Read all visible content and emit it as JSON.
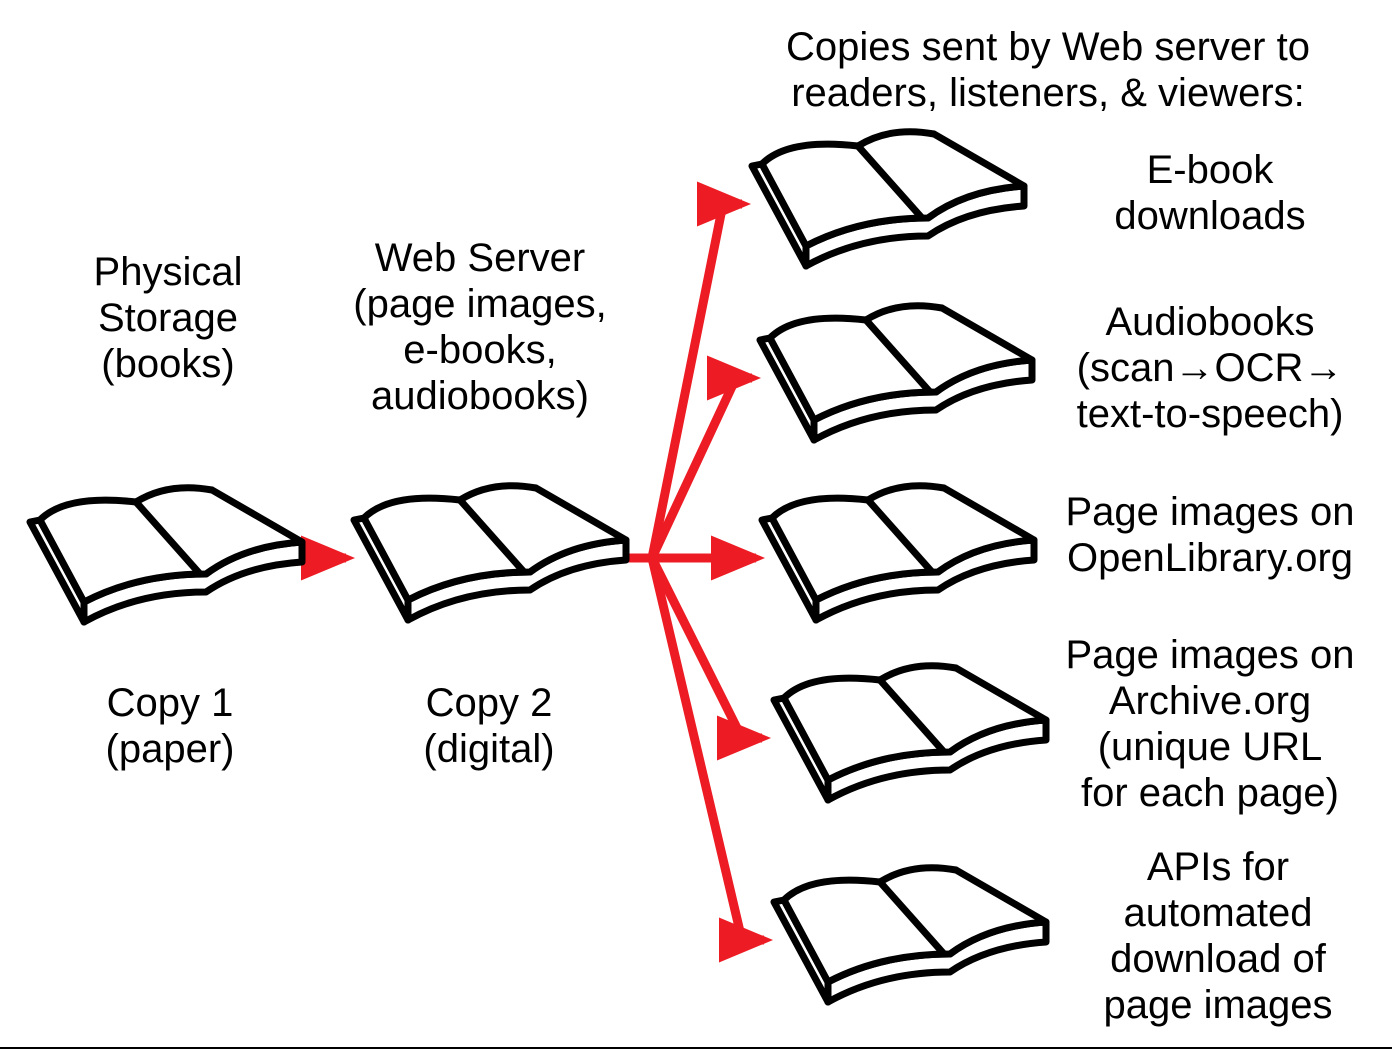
{
  "header": {
    "lines": [
      "Copies sent by Web server to",
      "readers, listeners, & viewers:"
    ]
  },
  "physical_storage": {
    "heading": [
      "Physical",
      "Storage",
      "(books)"
    ],
    "caption": [
      "Copy 1",
      "(paper)"
    ],
    "icon": "open-book-icon"
  },
  "web_server": {
    "heading": [
      "Web Server",
      "(page images,",
      "e-books,",
      "audiobooks)"
    ],
    "caption": [
      "Copy 2",
      "(digital)"
    ],
    "icon": "open-book-icon"
  },
  "outputs": [
    {
      "lines": [
        "E-book",
        "downloads"
      ],
      "icon": "open-book-icon"
    },
    {
      "lines": [
        "Audiobooks",
        "(scan→OCR→",
        "text-to-speech)"
      ],
      "icon": "open-book-icon"
    },
    {
      "lines": [
        "Page images on",
        "OpenLibrary.org"
      ],
      "icon": "open-book-icon"
    },
    {
      "lines": [
        "Page images on",
        "Archive.org",
        "(unique URL",
        "for each page)"
      ],
      "icon": "open-book-icon"
    },
    {
      "lines": [
        "APIs for",
        "automated",
        "download of",
        "page images"
      ],
      "icon": "open-book-icon"
    }
  ],
  "colors": {
    "arrow": "#ed1c24",
    "stroke": "#000000",
    "background": "#ffffff"
  }
}
